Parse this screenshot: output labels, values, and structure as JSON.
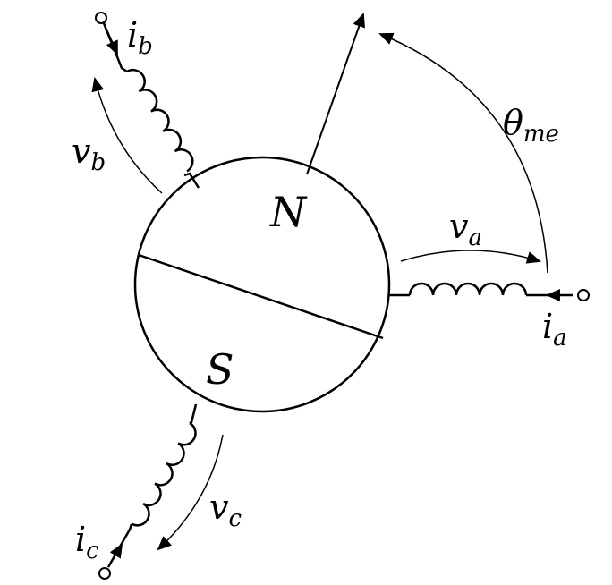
{
  "rotor": {
    "north": "N",
    "south": "S"
  },
  "angle": {
    "symbol": "θ",
    "sub": "me"
  },
  "phase_a": {
    "current": "i",
    "current_sub": "a",
    "voltage": "v",
    "voltage_sub": "a"
  },
  "phase_b": {
    "current": "i",
    "current_sub": "b",
    "voltage": "v",
    "voltage_sub": "b"
  },
  "phase_c": {
    "current": "i",
    "current_sub": "c",
    "voltage": "v",
    "voltage_sub": "c"
  }
}
